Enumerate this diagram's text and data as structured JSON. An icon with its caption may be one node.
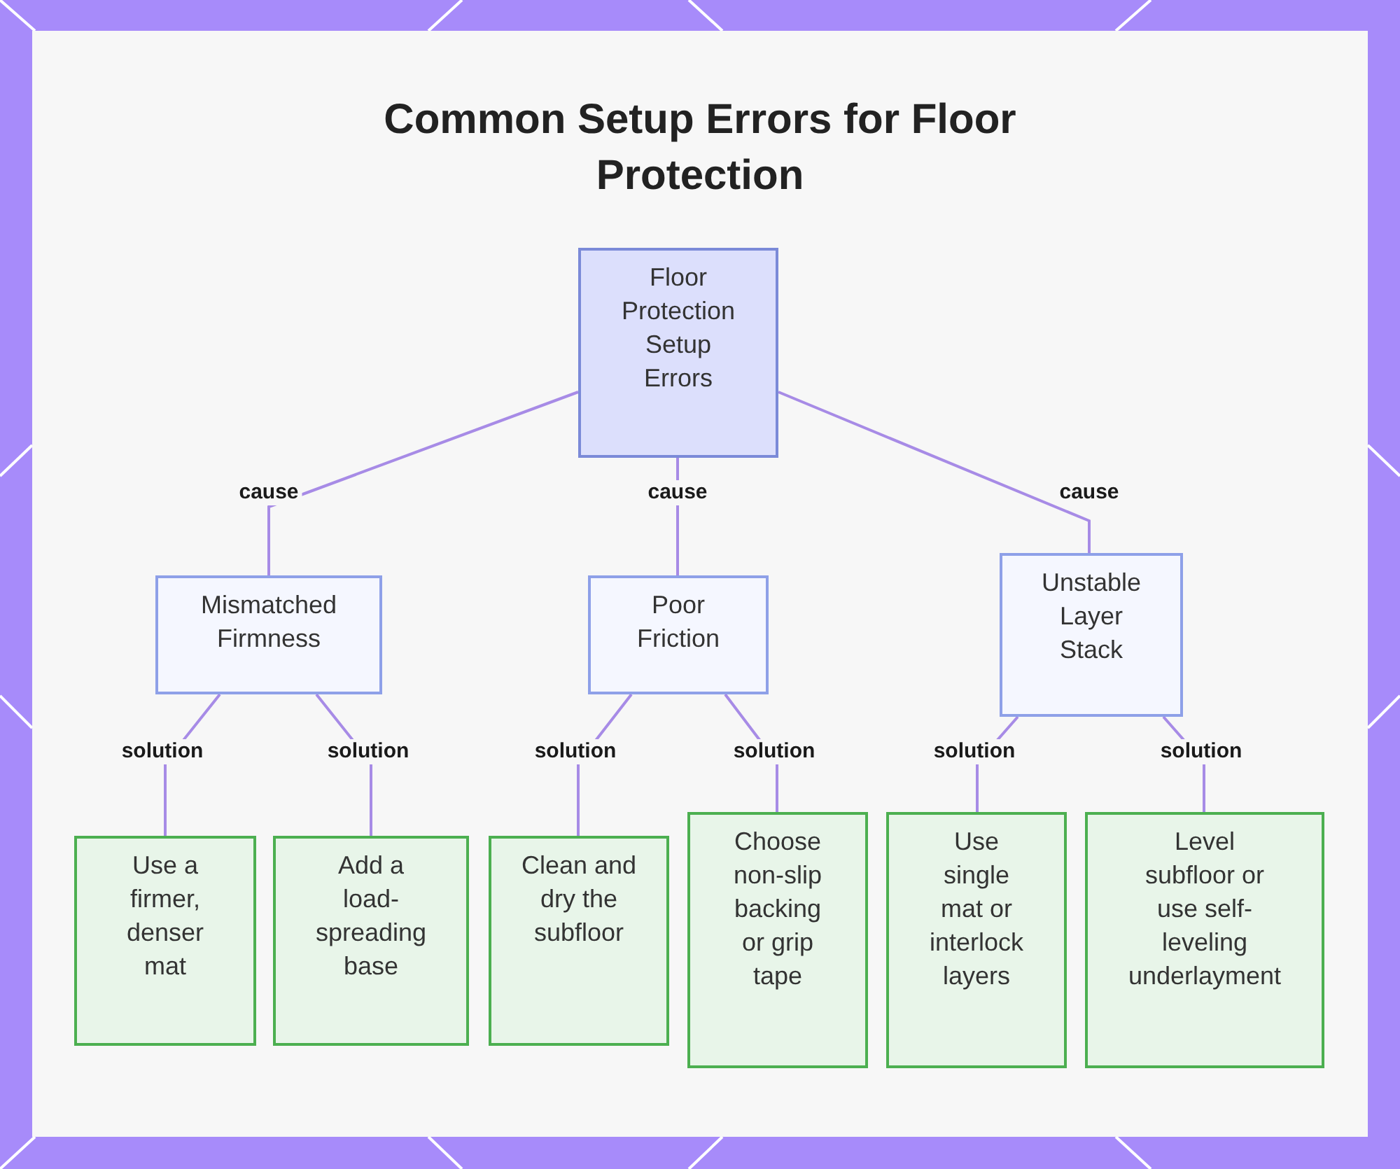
{
  "diagram": {
    "title": "Common Setup Errors for Floor Protection",
    "nodes": [
      {
        "text": [
          "Floor Protection Setup Errors"
        ]
      },
      {
        "text": [
          "Mismatched Firmness"
        ]
      },
      {
        "text": [
          "Poor Friction"
        ]
      },
      {
        "text": [
          "Unstable Layer Stack"
        ]
      },
      {
        "text": [
          "Use a firmer, denser mat"
        ]
      },
      {
        "text": [
          "Add a load-spreading base"
        ]
      },
      {
        "text": [
          "Clean and dry the subfloor"
        ]
      },
      {
        "text": [
          "Choose non-slip backing or grip tape"
        ]
      },
      {
        "text": [
          "Use single mat or interlock layers"
        ]
      },
      {
        "text": [
          "Level subfloor or use self-leveling underlayment"
        ]
      }
    ],
    "edges": [
      {
        "from": 0,
        "to": 1,
        "arrow": "none",
        "label": "cause"
      },
      {
        "from": 0,
        "to": 2,
        "arrow": "none",
        "label": "cause"
      },
      {
        "from": 0,
        "to": 3,
        "arrow": "none",
        "label": "cause"
      },
      {
        "from": 1,
        "to": 4,
        "arrow": "none",
        "label": "solution"
      },
      {
        "from": 1,
        "to": 5,
        "arrow": "none",
        "label": "solution"
      },
      {
        "from": 2,
        "to": 6,
        "arrow": "none",
        "label": "solution"
      },
      {
        "from": 2,
        "to": 7,
        "arrow": "none",
        "label": "solution"
      },
      {
        "from": 3,
        "to": 8,
        "arrow": "none",
        "label": "solution"
      },
      {
        "from": 3,
        "to": 9,
        "arrow": "none",
        "label": "solution"
      }
    ]
  }
}
